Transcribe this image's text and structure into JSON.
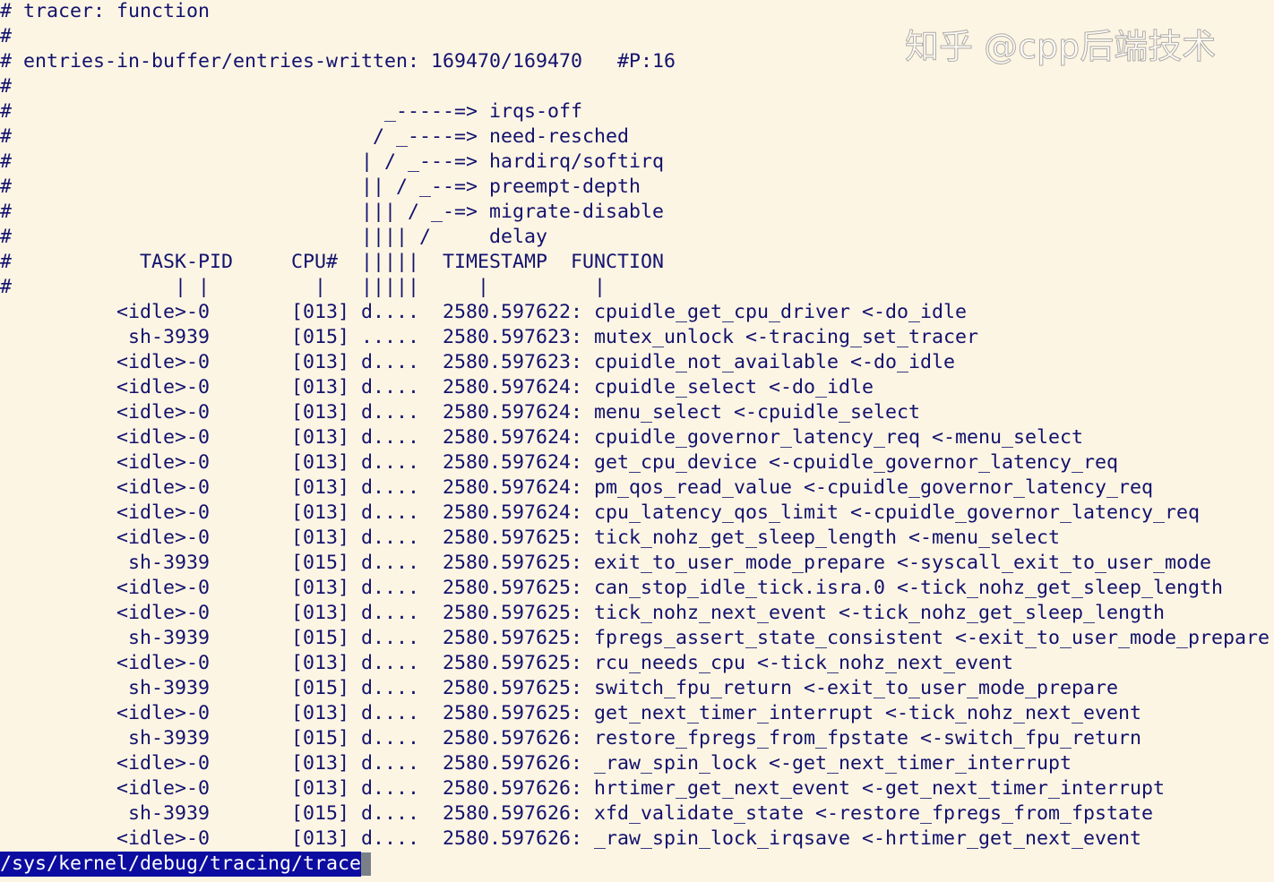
{
  "header_lines": [
    "# tracer: function",
    "#",
    "# entries-in-buffer/entries-written: 169470/169470   #P:16",
    "#",
    "#                                _-----=> irqs-off",
    "#                               / _----=> need-resched",
    "#                              | / _---=> hardirq/softirq",
    "#                              || / _--=> preempt-depth",
    "#                              ||| / _-=> migrate-disable",
    "#                              |||| /     delay",
    "#           TASK-PID     CPU#  |||||  TIMESTAMP  FUNCTION",
    "#              | |         |   |||||     |         |"
  ],
  "rows": [
    {
      "task": "<idle>-0",
      "cpu": "[013]",
      "flags": "d....",
      "ts": "2580.597622:",
      "fn": "cpuidle_get_cpu_driver <-do_idle"
    },
    {
      "task": "sh-3939",
      "cpu": "[015]",
      "flags": ".....",
      "ts": "2580.597623:",
      "fn": "mutex_unlock <-tracing_set_tracer"
    },
    {
      "task": "<idle>-0",
      "cpu": "[013]",
      "flags": "d....",
      "ts": "2580.597623:",
      "fn": "cpuidle_not_available <-do_idle"
    },
    {
      "task": "<idle>-0",
      "cpu": "[013]",
      "flags": "d....",
      "ts": "2580.597624:",
      "fn": "cpuidle_select <-do_idle"
    },
    {
      "task": "<idle>-0",
      "cpu": "[013]",
      "flags": "d....",
      "ts": "2580.597624:",
      "fn": "menu_select <-cpuidle_select"
    },
    {
      "task": "<idle>-0",
      "cpu": "[013]",
      "flags": "d....",
      "ts": "2580.597624:",
      "fn": "cpuidle_governor_latency_req <-menu_select"
    },
    {
      "task": "<idle>-0",
      "cpu": "[013]",
      "flags": "d....",
      "ts": "2580.597624:",
      "fn": "get_cpu_device <-cpuidle_governor_latency_req"
    },
    {
      "task": "<idle>-0",
      "cpu": "[013]",
      "flags": "d....",
      "ts": "2580.597624:",
      "fn": "pm_qos_read_value <-cpuidle_governor_latency_req"
    },
    {
      "task": "<idle>-0",
      "cpu": "[013]",
      "flags": "d....",
      "ts": "2580.597624:",
      "fn": "cpu_latency_qos_limit <-cpuidle_governor_latency_req"
    },
    {
      "task": "<idle>-0",
      "cpu": "[013]",
      "flags": "d....",
      "ts": "2580.597625:",
      "fn": "tick_nohz_get_sleep_length <-menu_select"
    },
    {
      "task": "sh-3939",
      "cpu": "[015]",
      "flags": "d....",
      "ts": "2580.597625:",
      "fn": "exit_to_user_mode_prepare <-syscall_exit_to_user_mode"
    },
    {
      "task": "<idle>-0",
      "cpu": "[013]",
      "flags": "d....",
      "ts": "2580.597625:",
      "fn": "can_stop_idle_tick.isra.0 <-tick_nohz_get_sleep_length"
    },
    {
      "task": "<idle>-0",
      "cpu": "[013]",
      "flags": "d....",
      "ts": "2580.597625:",
      "fn": "tick_nohz_next_event <-tick_nohz_get_sleep_length"
    },
    {
      "task": "sh-3939",
      "cpu": "[015]",
      "flags": "d....",
      "ts": "2580.597625:",
      "fn": "fpregs_assert_state_consistent <-exit_to_user_mode_prepare"
    },
    {
      "task": "<idle>-0",
      "cpu": "[013]",
      "flags": "d....",
      "ts": "2580.597625:",
      "fn": "rcu_needs_cpu <-tick_nohz_next_event"
    },
    {
      "task": "sh-3939",
      "cpu": "[015]",
      "flags": "d....",
      "ts": "2580.597625:",
      "fn": "switch_fpu_return <-exit_to_user_mode_prepare"
    },
    {
      "task": "<idle>-0",
      "cpu": "[013]",
      "flags": "d....",
      "ts": "2580.597625:",
      "fn": "get_next_timer_interrupt <-tick_nohz_next_event"
    },
    {
      "task": "sh-3939",
      "cpu": "[015]",
      "flags": "d....",
      "ts": "2580.597626:",
      "fn": "restore_fpregs_from_fpstate <-switch_fpu_return"
    },
    {
      "task": "<idle>-0",
      "cpu": "[013]",
      "flags": "d....",
      "ts": "2580.597626:",
      "fn": "_raw_spin_lock <-get_next_timer_interrupt"
    },
    {
      "task": "<idle>-0",
      "cpu": "[013]",
      "flags": "d....",
      "ts": "2580.597626:",
      "fn": "hrtimer_get_next_event <-get_next_timer_interrupt"
    },
    {
      "task": "sh-3939",
      "cpu": "[015]",
      "flags": "d....",
      "ts": "2580.597626:",
      "fn": "xfd_validate_state <-restore_fpregs_from_fpstate"
    },
    {
      "task": "<idle>-0",
      "cpu": "[013]",
      "flags": "d....",
      "ts": "2580.597626:",
      "fn": "_raw_spin_lock_irqsave <-hrtimer_get_next_event"
    }
  ],
  "status_bar": {
    "filename": "/sys/kernel/debug/tracing/trace"
  },
  "watermark": "知乎 @cpp后端技术",
  "colors": {
    "background": "#fdf5e3",
    "text": "#12126e",
    "status_bg": "#0c0ca0",
    "status_text": "#ffffff",
    "cursor": "#7a8088"
  }
}
